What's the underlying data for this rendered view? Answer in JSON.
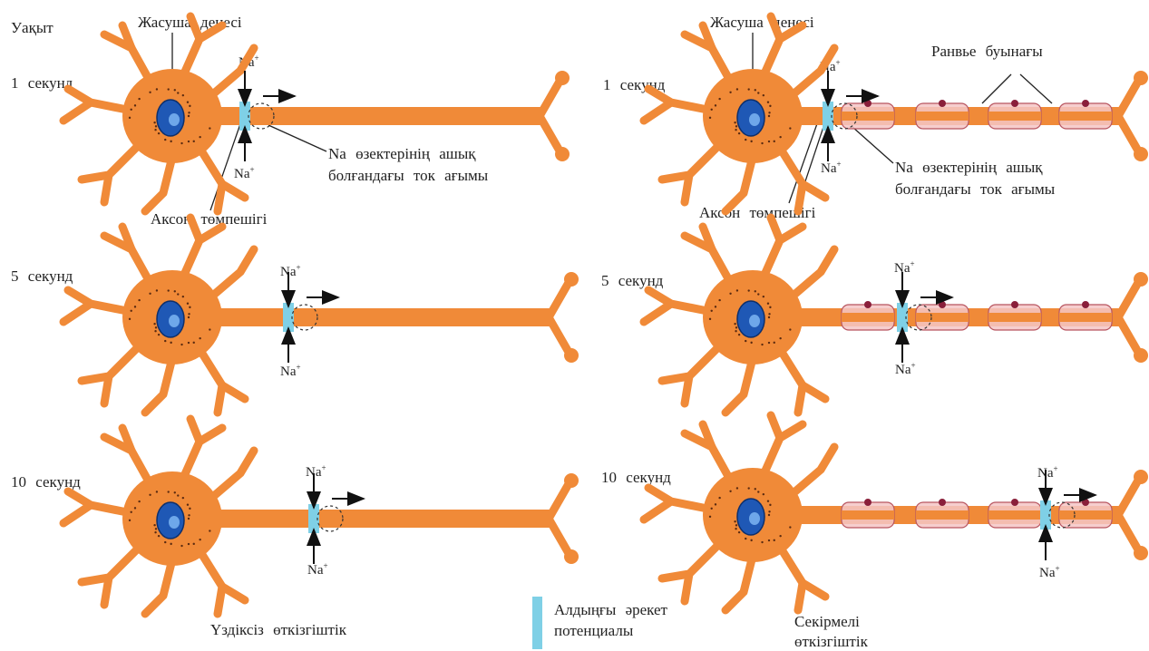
{
  "colors": {
    "neuron": "#f08a38",
    "neuron_edge": "#d96d1f",
    "nucleus": "#1f58b5",
    "nucleus_light": "#6ea7ea",
    "action_potential": "#7fd0e6",
    "myelin_fill": "#f5c6c6",
    "myelin_edge": "#b8555f",
    "node_dot": "#8a1f3a"
  },
  "left": {
    "time_header": "Уақыт",
    "cell_body_label": "Жасуша денесі",
    "axon_hillock_label": "Аксон төмпешігі",
    "current_line1": "Na өзектерінің ашық",
    "current_line2": "болғандағы ток ағымы",
    "footer": "Үздіксіз өткізгіштік",
    "rows": [
      {
        "time": "1 секунд",
        "na_top": "Na",
        "na_bottom": "Na",
        "charge": "+"
      },
      {
        "time": "5 секунд",
        "na_top": "Na",
        "na_bottom": "Na",
        "charge": "+"
      },
      {
        "time": "10 секунд",
        "na_top": "Na",
        "na_bottom": "Na",
        "charge": "+"
      }
    ]
  },
  "right": {
    "cell_body_label": "Жасуша денесі",
    "ranvier_label": "Ранвье буынағы",
    "axon_hillock_label": "Аксон төмпешігі",
    "current_line1": "Na өзектерінің ашық",
    "current_line2": "болғандағы ток ағымы",
    "footer_line1": "Секірмелі",
    "footer_line2": "өткізгіштік",
    "rows": [
      {
        "time": "1 секунд",
        "na_top": "Na",
        "na_bottom": "Na",
        "charge": "+"
      },
      {
        "time": "5 секунд",
        "na_top": "Na",
        "na_bottom": "Na",
        "charge": "+"
      },
      {
        "time": "10 секунд",
        "na_top": "Na",
        "na_bottom": "Na",
        "charge": "+"
      }
    ]
  },
  "legend": {
    "line1": "Алдыңғы әрекет",
    "line2": "потенциалы"
  }
}
